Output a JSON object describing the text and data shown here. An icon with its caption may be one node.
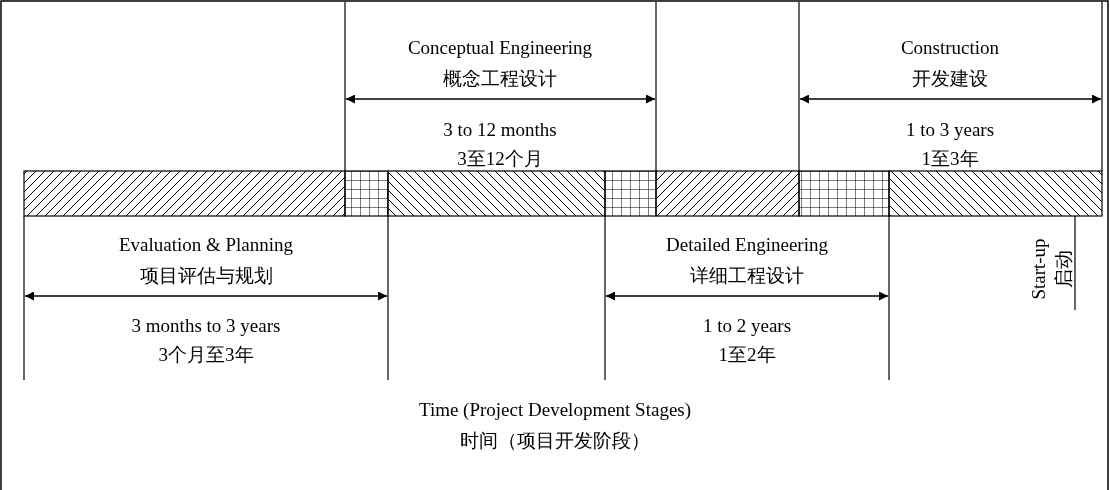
{
  "diagram": {
    "labels": [
      "Conceptual Engineering",
      "概念工程设计",
      "Construction",
      "开发建设",
      "3 to 12 months",
      "3至12个月",
      "1 to 3 years",
      "1至3年",
      "Evaluation & Planning",
      "项目评估与规划",
      "Detailed Engineering",
      "详细工程设计",
      "Start-up",
      "启动",
      "3 months to 3 years",
      "3个月至3年",
      "1 to 2 years",
      "1至2年",
      "Time (Project Development Stages)",
      "时间（项目开发阶段）"
    ]
  }
}
